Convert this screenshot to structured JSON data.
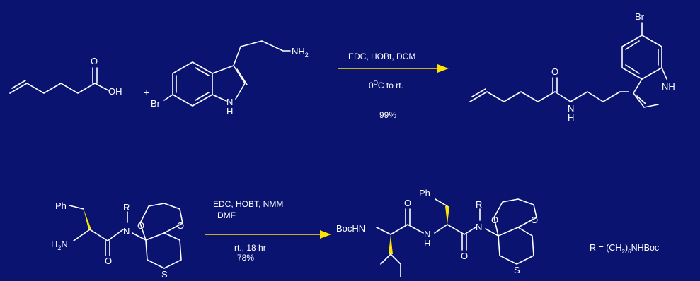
{
  "colors": {
    "background": "#0a1470",
    "bonds": "#ffffff",
    "arrow": "#ffe400",
    "stereo_wedge": "#ffe400"
  },
  "reaction1": {
    "reactant1": {
      "atoms": {
        "o_carbonyl": "O",
        "oh": "OH"
      }
    },
    "plus": "+",
    "reactant2": {
      "atoms": {
        "nh2": "NH",
        "nh2_sub": "2",
        "br": "Br",
        "nh_h": "N",
        "nh_h2": "H"
      }
    },
    "conditions": {
      "reagents": "EDC, HOBt, DCM",
      "temp_main": "0",
      "temp_sup": "O",
      "temp_rest": "C to rt.",
      "yield": "99%"
    },
    "product": {
      "atoms": {
        "br": "Br",
        "o_carbonyl": "O",
        "amide_n": "N",
        "amide_h": "H",
        "indole_nh": "NH"
      }
    }
  },
  "reaction2": {
    "reactant": {
      "atoms": {
        "ph": "Ph",
        "h2n": "H",
        "h2n_sub": "2",
        "h2n_n": "N",
        "r": "R",
        "n": "N",
        "o_carbonyl": "O",
        "o1": "O",
        "o2": "O",
        "s": "S"
      }
    },
    "conditions": {
      "reagents": "EDC, HOBT, NMM",
      "solvent": "DMF",
      "time": "rt., 18 hr",
      "yield": "78%"
    },
    "product": {
      "atoms": {
        "bochn": "BocHN",
        "o1": "O",
        "ph": "Ph",
        "nh_n": "N",
        "nh_h": "H",
        "r": "R",
        "n": "N",
        "o2": "O",
        "o3": "O",
        "o4": "O",
        "s": "S"
      }
    },
    "r_def": {
      "main": "R = (CH",
      "sub": "2",
      "paren": ")",
      "sub2": "6",
      "tail": "NHBoc"
    }
  }
}
